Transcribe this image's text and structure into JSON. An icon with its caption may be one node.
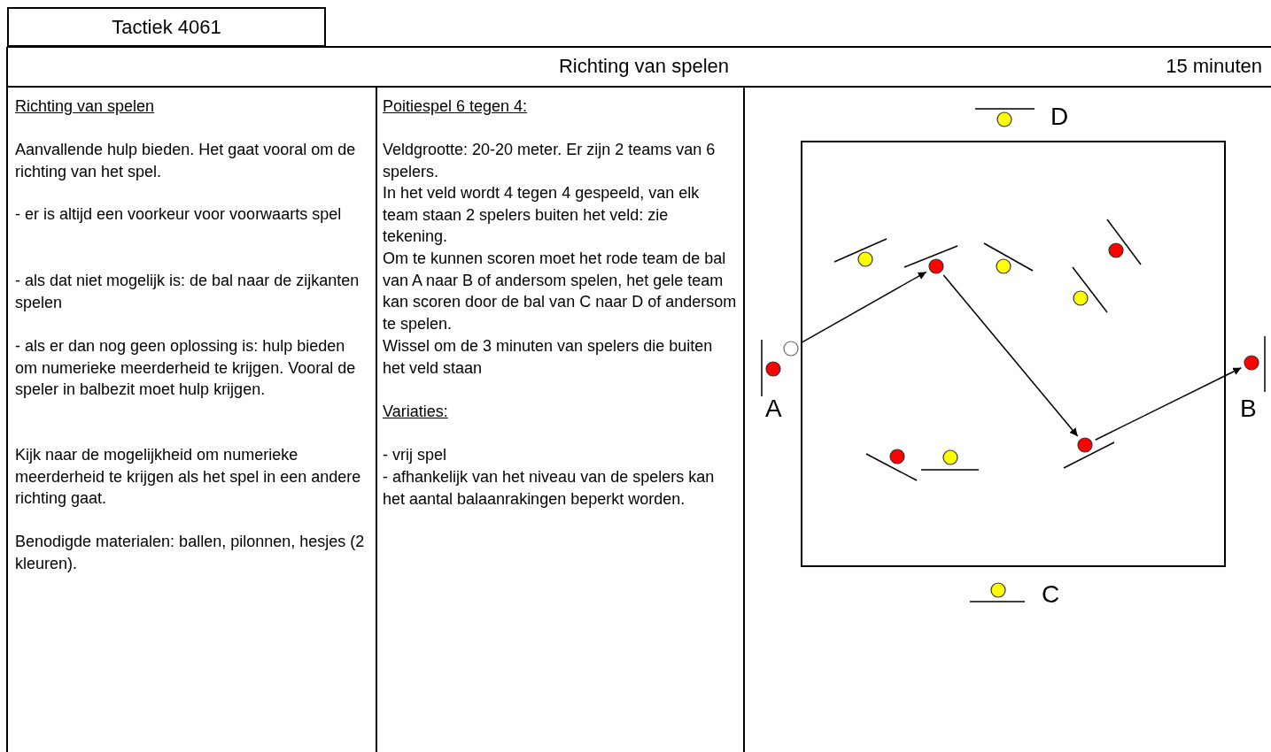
{
  "diagram": {
    "nodes": [
      {
        "text": [],
        "shape": "circle"
      },
      {
        "text": [],
        "shape": "circle"
      },
      {
        "text": [],
        "shape": "circle"
      },
      {
        "text": [],
        "shape": "circle"
      },
      {
        "text": [],
        "shape": "circle"
      },
      {
        "text": [],
        "shape": "circle"
      },
      {
        "text": [],
        "shape": "circle"
      },
      {
        "text": [],
        "shape": "circle"
      },
      {
        "text": [],
        "shape": "circle"
      },
      {
        "text": [],
        "shape": "circle"
      },
      {
        "text": [],
        "shape": "circle"
      },
      {
        "text": [],
        "shape": "circle"
      },
      {
        "text": [],
        "shape": "circle"
      }
    ],
    "edges": [
      {
        "from": 6,
        "to": 3,
        "arrow": "to"
      },
      {
        "from": 3,
        "to": 9,
        "arrow": "to"
      },
      {
        "from": 9,
        "to": 7,
        "arrow": "to"
      }
    ],
    "labels": [
      "Tactiek 4061",
      "Richting van spelen",
      "15 minuten",
      "Richting van spelen",
      "Aanvallende hulp bieden. Het gaat vooral om de richting van het spel.",
      "- er is altijd een voorkeur voor voorwaarts spel",
      "- als dat niet mogelijk is: de bal naar de zijkanten spelen",
      "- als er dan nog geen oplossing is: hulp bieden om numerieke meerderheid te krijgen. Vooral de speler in balbezit moet hulp krijgen.",
      "Kijk naar de mogelijkheid om numerieke meerderheid te krijgen als het spel in een andere richting gaat.",
      "Benodigde materialen: ballen, pilonnen, hesjes (2 kleuren).",
      "Poitiespel 6 tegen 4:",
      "Veldgrootte: 20-20 meter. Er zijn 2 teams van 6 spelers.",
      "In het veld wordt 4 tegen 4 gespeeld, van elk team staan 2 spelers buiten het veld: zie tekening.",
      "Om te kunnen scoren moet het rode team de bal van A naar B of andersom spelen, het gele team kan scoren door de bal van C naar D of andersom te spelen.",
      "Wissel om de 3 minuten van spelers die buiten het veld staan",
      "Variaties:",
      "- vrij spel",
      "- afhankelijk van het niveau van de spelers kan het aantal balaanrakingen beperkt worden.",
      "D",
      "A",
      "B",
      "C"
    ]
  }
}
